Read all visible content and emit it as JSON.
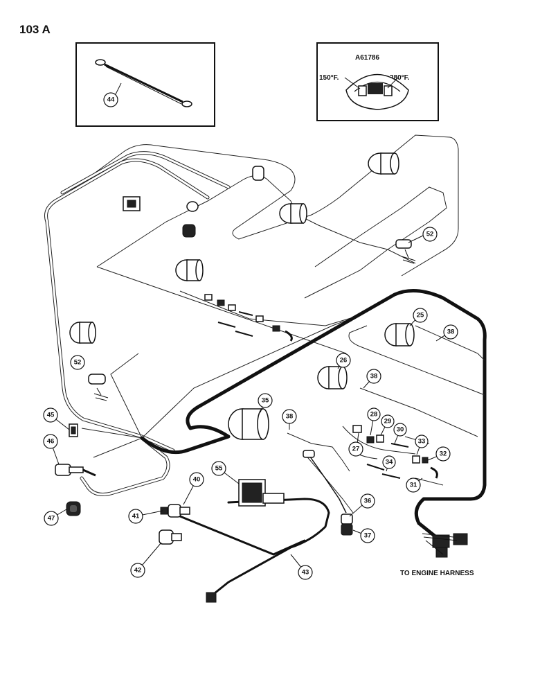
{
  "page_number": "103 A",
  "inset_gauge": {
    "part_number": "A61786",
    "temp_low": "150°F.",
    "temp_high": "280°F."
  },
  "note": "TO ENGINE HARNESS",
  "callouts": {
    "c44": "44",
    "c52a": "52",
    "c52b": "52",
    "c25": "25",
    "c38a": "38",
    "c26": "26",
    "c38b": "38",
    "c35": "35",
    "c38c": "38",
    "c28": "28",
    "c29": "29",
    "c30": "30",
    "c27": "27",
    "c33": "33",
    "c32": "32",
    "c34": "34",
    "c31": "31",
    "c45": "45",
    "c46": "46",
    "c47": "47",
    "c40": "40",
    "c41": "41",
    "c55": "55",
    "c36": "36",
    "c37": "37",
    "c42": "42",
    "c43": "43"
  }
}
